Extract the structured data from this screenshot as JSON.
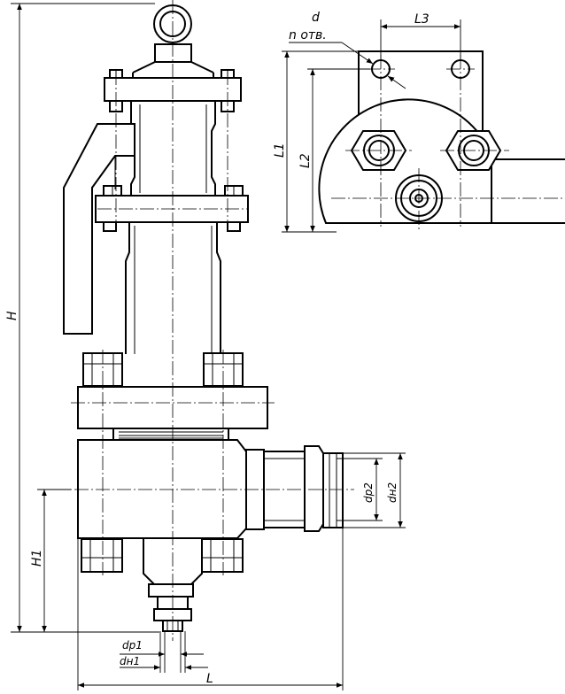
{
  "labels": {
    "H": "H",
    "H1": "H1",
    "L": "L",
    "L1": "L1",
    "L2": "L2",
    "L3": "L3",
    "d": "d",
    "n_holes": "n отв.",
    "dp1": "dp1",
    "dn1": "dн1",
    "dp2": "dp2",
    "dn2": "dн2"
  }
}
